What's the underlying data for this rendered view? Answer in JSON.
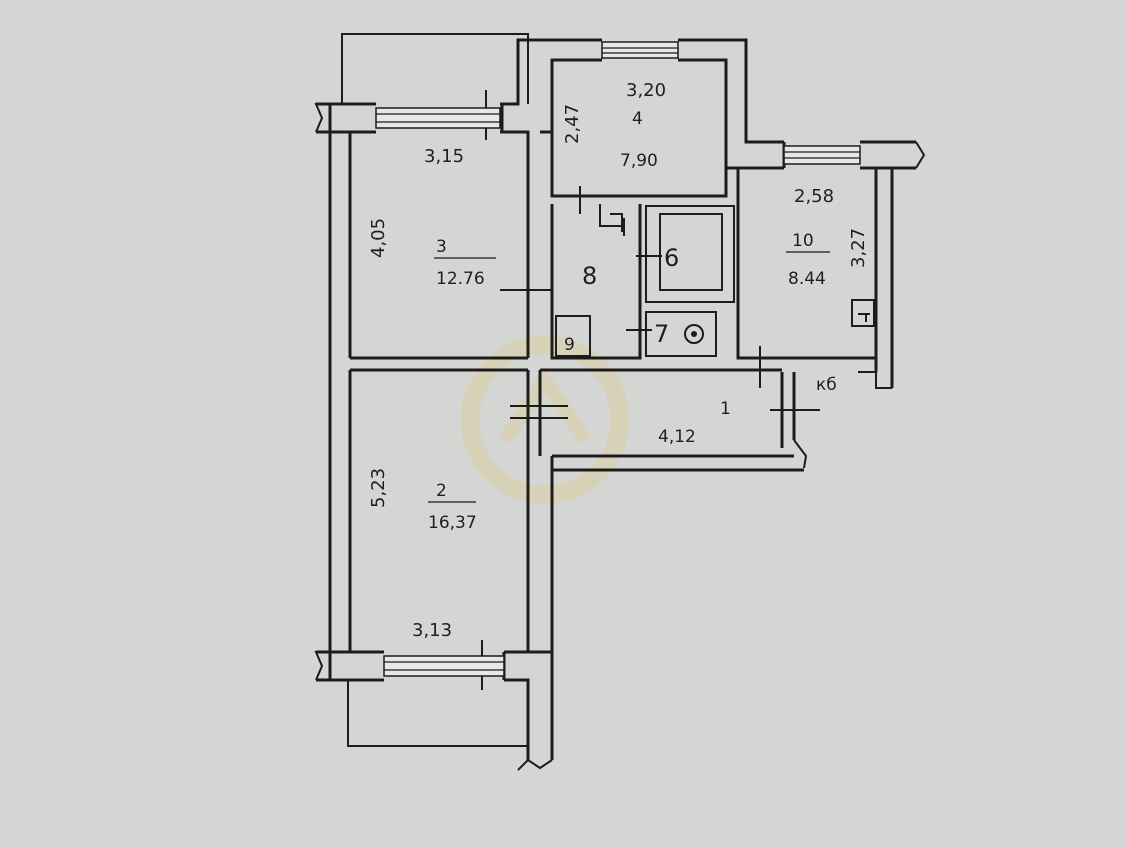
{
  "plan": {
    "colors": {
      "paper": "#d4d6d3",
      "ink": "#1c1c1c",
      "watermark": "#e3c36a"
    },
    "rooms": [
      {
        "number": "1",
        "area": "4,12"
      },
      {
        "number": "2",
        "area": "16,37"
      },
      {
        "number": "3",
        "area": "12.76"
      },
      {
        "number": "4",
        "area": "7,90"
      },
      {
        "number": "6"
      },
      {
        "number": "7"
      },
      {
        "number": "8"
      },
      {
        "number": "9"
      },
      {
        "number": "10",
        "area": "8.44"
      }
    ],
    "dimensions": {
      "room3_width": "3,15",
      "room3_length": "4,05",
      "room4_width": "3,20",
      "room4_length": "2,47",
      "room10_width": "2,58",
      "room10_length": "3,27",
      "room2_width": "3,13",
      "room2_length": "5,23"
    },
    "marks": {
      "ko": "кб"
    }
  }
}
